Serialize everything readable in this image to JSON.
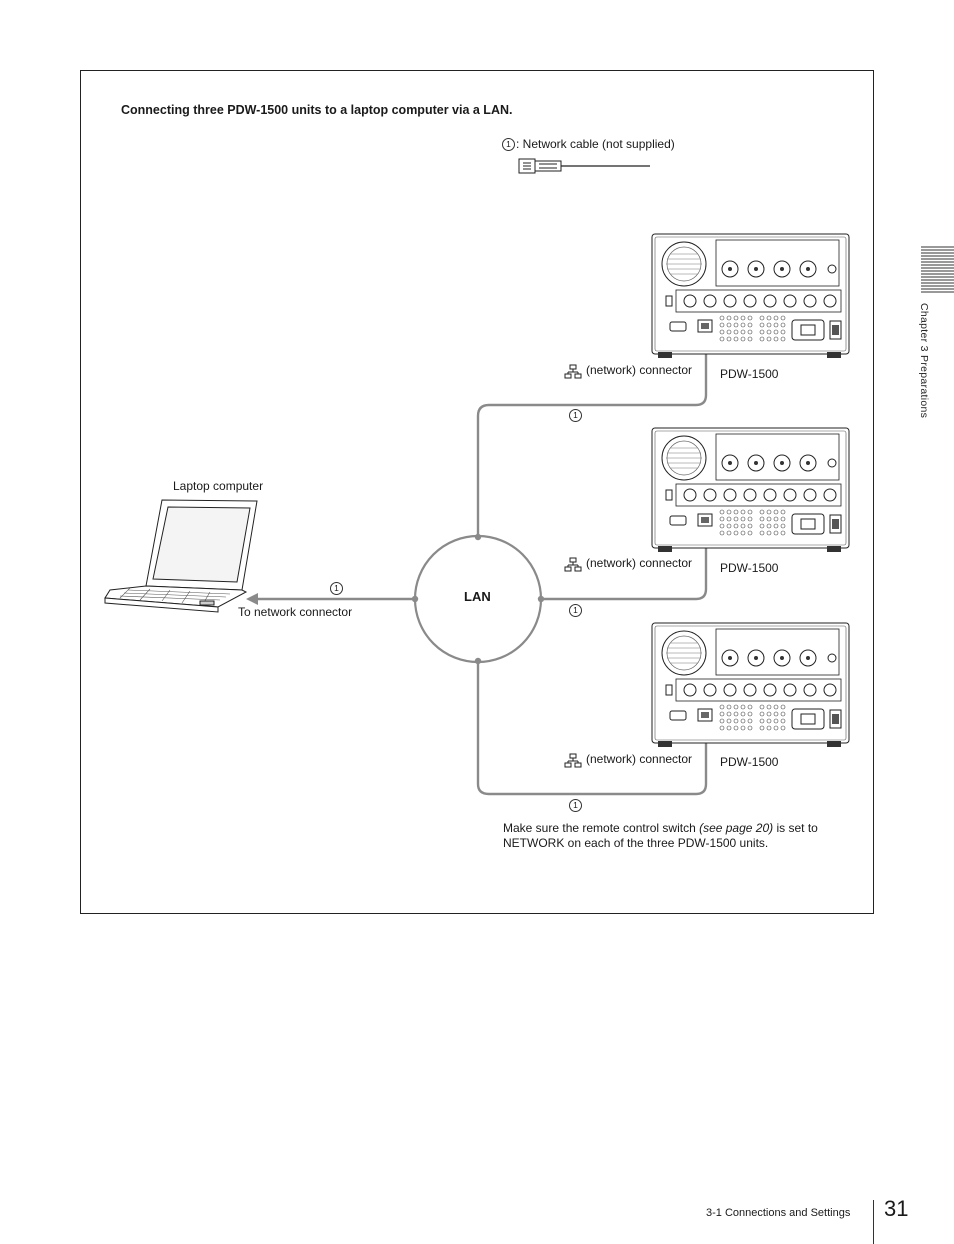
{
  "title": "Connecting three PDW-1500 units to a laptop computer via a LAN.",
  "legend": {
    "number": "1",
    "text": ": Network cable (not supplied)"
  },
  "laptop_label": "Laptop computer",
  "to_network_label": "To network connector",
  "lan_label": "LAN",
  "cable_number": "1",
  "units": [
    {
      "connector_label": "(network) connector",
      "model": "PDW-1500"
    },
    {
      "connector_label": "(network) connector",
      "model": "PDW-1500"
    },
    {
      "connector_label": "(network) connector",
      "model": "PDW-1500"
    }
  ],
  "note": {
    "before": "Make sure the remote control switch ",
    "ref": "(see page 20)",
    "after": " is set to NETWORK on each of the three PDW-1500 units."
  },
  "side_tab": "Chapter 3  Preparations",
  "footer": "3-1 Connections and Settings",
  "page_number": "31"
}
